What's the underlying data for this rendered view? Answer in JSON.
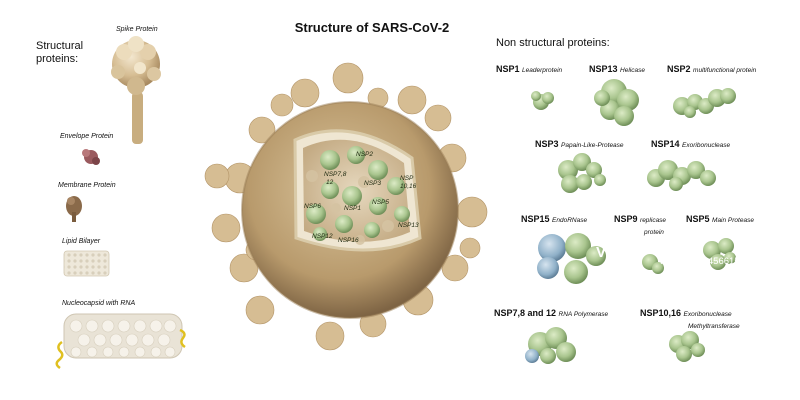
{
  "header": {
    "title": "Structure of SARS-CoV-2"
  },
  "structural": {
    "heading_line1": "Structural",
    "heading_line2": "proteins:",
    "items": [
      "Spike Protein",
      "Envelope Protein",
      "Membrane Protein",
      "Lipid Bilayer",
      "Nucleocapsid with RNA"
    ]
  },
  "nonstructural": {
    "heading": "Non structural proteins:",
    "items": [
      {
        "code": "NSP1",
        "name": "Leaderprotein"
      },
      {
        "code": "NSP13",
        "name": "Helicase"
      },
      {
        "code": "NSP2",
        "name": "multifunctional protein"
      },
      {
        "code": "NSP3",
        "name": "Papain-Like-Protease"
      },
      {
        "code": "NSP14",
        "name": "Exoribonuclease"
      },
      {
        "code": "NSP15",
        "name": "EndoRNase"
      },
      {
        "code": "NSP9",
        "name": "replicase",
        "name2": "protein"
      },
      {
        "code": "NSP5",
        "name": "Main Protease"
      },
      {
        "code": "NSP7,8 and 12",
        "name": "RNA Polymerase"
      },
      {
        "code": "NSP10,16",
        "name": "Exoribonuclease",
        "name2": "Methyltransferase"
      }
    ]
  },
  "virion_labels": [
    "NSP2",
    "NSP7,8",
    "12",
    "NSP3",
    "NSP",
    "10,16",
    "NSP6",
    "NSP1",
    "NSP5",
    "NSP12",
    "NSP16",
    "NSP13"
  ],
  "watermark": {
    "logo": "VCG",
    "id": "ID:VCG211456615668"
  },
  "colors": {
    "spike": "#d8c29b",
    "envelope": "#9a5a5e",
    "membrane": "#8a6a4a",
    "bilayer": "#e8e2d2",
    "protein_green": "#a9c58e",
    "nsp15_blue": "#8fb0c8"
  }
}
